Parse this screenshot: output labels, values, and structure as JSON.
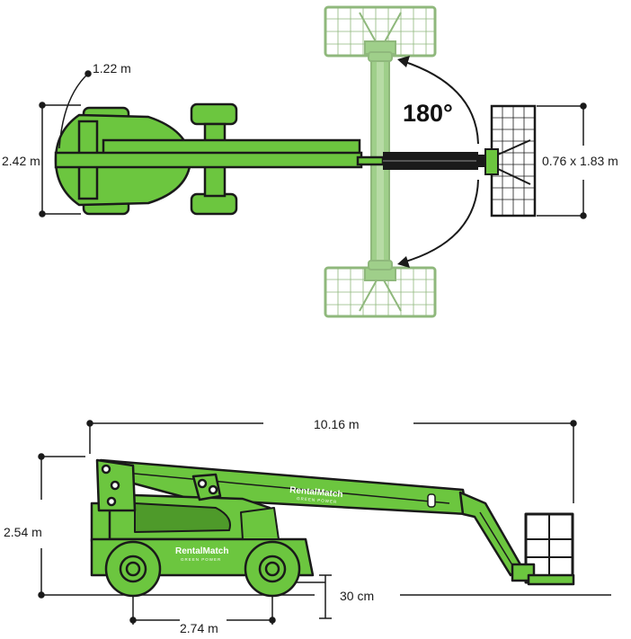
{
  "colors": {
    "machine_green": "#6cc63f",
    "dark_green": "#4e9a2a",
    "outline": "#1a1a1a",
    "ghost_green": "#9fcf8a",
    "ghost_outline": "#8fb87c",
    "background": "#ffffff"
  },
  "top_view": {
    "length_label": "1.22 m",
    "width_label": "2.42 m",
    "rotation_label": "180°",
    "platform_label": "0.76 x 1.83 m"
  },
  "side_view": {
    "length_label": "10.16 m",
    "height_label": "2.54 m",
    "clearance_label": "30 cm",
    "wheelbase_label": "2.74 m",
    "brand_text": "RentalMatch",
    "brand_subtext": "GREEN POWER"
  }
}
